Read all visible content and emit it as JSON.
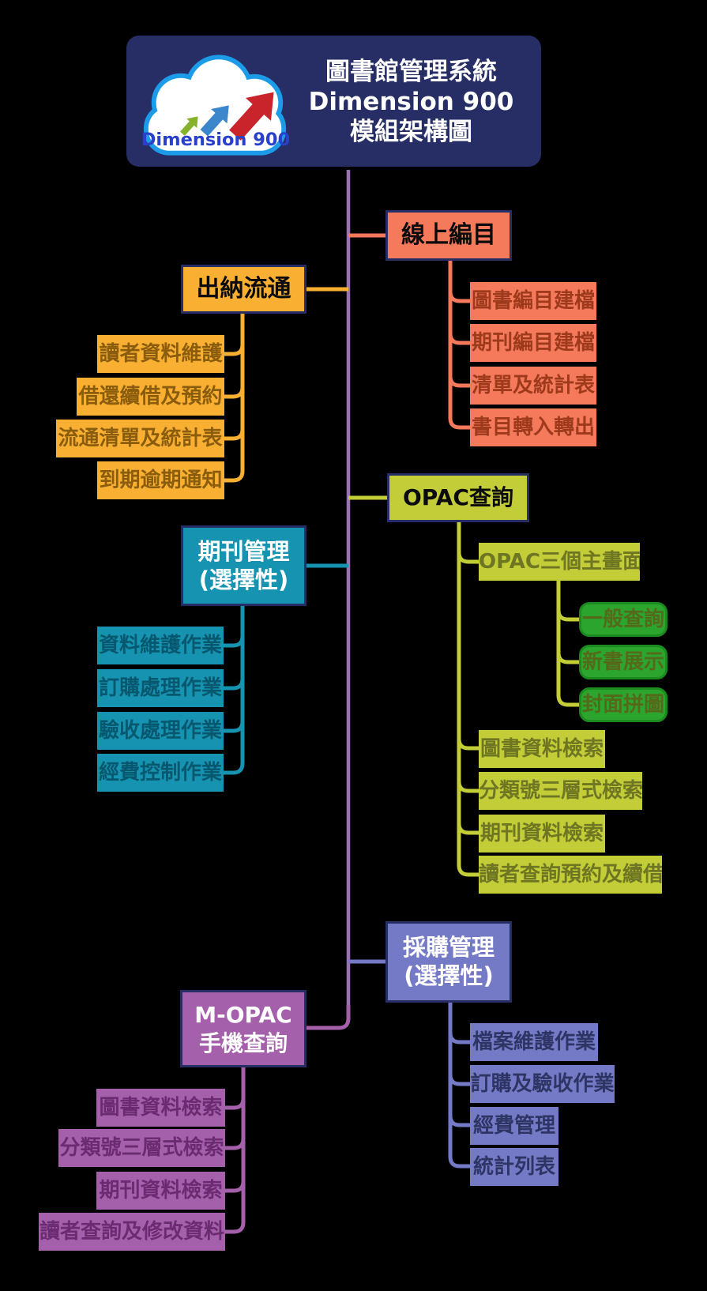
{
  "header": {
    "title_lines": [
      "圖書館管理系統",
      "Dimension 900",
      "模組架構圖"
    ],
    "logo_text": "Dimension 900"
  },
  "palette": {
    "background": "#000000",
    "header_bg": "#272E66",
    "trunk": "#9B72B4",
    "online_cataloging": "#F5795B",
    "circulation": "#F9B032",
    "opac": "#C2CD37",
    "opac_screen_green": "#2CA52F",
    "serials": "#1693B1",
    "acquisition": "#747AC6",
    "mopac": "#A560AB",
    "logo_cloud_blue": "#1C9BE8"
  },
  "trunk_color": "#9B72B4",
  "branches": [
    {
      "id": "online-cataloging",
      "label": "線上編目",
      "color": "#F5795B",
      "children": [
        "圖書編目建檔",
        "期刊編目建檔",
        "清單及統計表",
        "書目轉入轉出"
      ]
    },
    {
      "id": "circulation",
      "label": "出納流通",
      "color": "#F9B032",
      "children": [
        "讀者資料維護",
        "借還續借及預約",
        "流通清單及統計表",
        "到期逾期通知"
      ]
    },
    {
      "id": "opac-search",
      "label": "OPAC查詢",
      "color": "#C2CD37",
      "children": [
        "OPAC三個主畫面",
        "圖書資料檢索",
        "分類號三層式檢索",
        "期刊資料檢索",
        "讀者查詢預約及續借"
      ],
      "grandchildren": [
        "一般查詢",
        "新書展示",
        "封面拼圖"
      ],
      "grandchild_color": "#2CA52F"
    },
    {
      "id": "serials-management",
      "label": "期刊管理",
      "label2": "(選擇性)",
      "color": "#1693B1",
      "children": [
        "資料維護作業",
        "訂購處理作業",
        "驗收處理作業",
        "經費控制作業"
      ]
    },
    {
      "id": "acquisition-management",
      "label": "採購管理",
      "label2": "(選擇性)",
      "color": "#747AC6",
      "children": [
        "檔案維護作業",
        "訂購及驗收作業",
        "經費管理",
        "統計列表"
      ]
    },
    {
      "id": "m-opac",
      "label": "M-OPAC",
      "label2": "手機查詢",
      "color": "#A560AB",
      "children": [
        "圖書資料檢索",
        "分類號三層式檢索",
        "期刊資料檢索",
        "讀者查詢及修改資料"
      ]
    }
  ]
}
